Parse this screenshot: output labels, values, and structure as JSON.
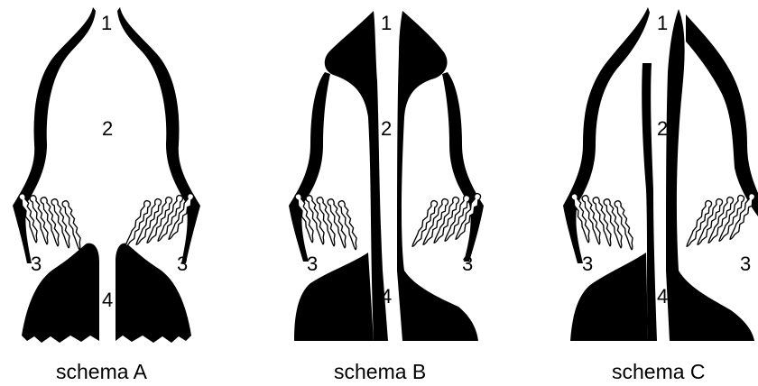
{
  "schemas": [
    {
      "caption": "schema A",
      "labels": {
        "top": "1",
        "center": "2",
        "left_pocket": "3",
        "right_pocket": "3",
        "bottom": "4"
      },
      "gill_rows_per_side": 5
    },
    {
      "caption": "schema B",
      "labels": {
        "top": "1",
        "center": "2",
        "left_pocket": "3",
        "right_pocket": "3",
        "bottom": "4"
      },
      "gill_rows_per_side": 5
    },
    {
      "caption": "schema C",
      "labels": {
        "top": "1",
        "center": "2",
        "left_pocket": "3",
        "right_pocket": "3",
        "bottom": "4"
      },
      "gill_rows_per_side": 5
    }
  ],
  "colors": {
    "ink": "#000000",
    "paper": "#ffffff"
  }
}
